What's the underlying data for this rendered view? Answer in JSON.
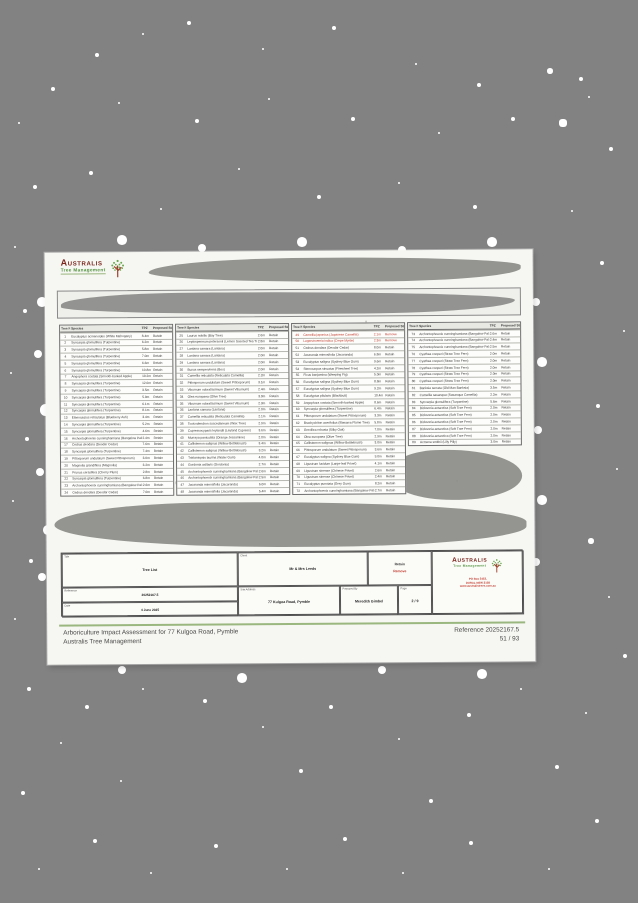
{
  "colors": {
    "background_gray": "#828282",
    "brand_maroon": "#7b241c",
    "brand_green": "#4e8f3a",
    "remove_red": "#c0392b",
    "footer_rule_green": "#9ab77f"
  },
  "logo": {
    "name": "Australis",
    "tagline": "Tree Management"
  },
  "footer_logo": {
    "name": "Australis",
    "tagline": "Tree Management",
    "address_lines": {
      "0": "PO Box 3453,",
      "1": "DURAL NSW 2158",
      "2": "www.australistrees.com.au"
    }
  },
  "title_block": {
    "title_label": "Title",
    "title_value": "Tree List",
    "client_label": "Client",
    "client_value": "Mr & Mrs Leeds",
    "reference_label": "Reference",
    "reference_value": "20252167.5",
    "date_label": "Date",
    "date_value": "4 June 2025",
    "site_label": "Site Address",
    "site_value": "77 Kulgoa Road, Pymble",
    "prepared_label": "Prepared By",
    "prepared_value": "Meredith Gimbel",
    "page_label": "Page",
    "page_value": "2 / 9",
    "legend": {
      "retain": "Retain",
      "remove": "Remove"
    }
  },
  "page_footer": {
    "left_line1": "Arboriculture Impact Assessment for 77 Kulgoa Road, Pymble",
    "left_line2": "Australis Tree Management",
    "right_line1": "Reference 20252167.5",
    "right_line2": "51 / 93"
  },
  "table_headers": [
    "Tree No.",
    "Species",
    "TPZ",
    "Proposed Status"
  ],
  "tree_tables": [
    {
      "rows": [
        [
          1,
          "Eucalyptus acmenoides (White Mahogany)",
          "8.4m",
          "Retain"
        ],
        [
          2,
          "Syncarpia glomulifera (Turpentine)",
          "6.2m",
          "Retain"
        ],
        [
          3,
          "Syncarpia glomulifera (Turpentine)",
          "5.8m",
          "Retain"
        ],
        [
          4,
          "Syncarpia glomulifera (Turpentine)",
          "7.0m",
          "Retain"
        ],
        [
          5,
          "Syncarpia glomulifera (Turpentine)",
          "6.6m",
          "Retain"
        ],
        [
          6,
          "Syncarpia glomulifera (Turpentine)",
          "10.8m",
          "Retain"
        ],
        [
          7,
          "Angophora costata (Smooth-barked Apple)",
          "10.2m",
          "Retain"
        ],
        [
          8,
          "Syncarpia glomulifera (Turpentine)",
          "12.0m",
          "Retain"
        ],
        [
          9,
          "Syncarpia glomulifera (Turpentine)",
          "3.5m",
          "Retain"
        ],
        [
          10,
          "Syncarpia glomulifera (Turpentine)",
          "5.0m",
          "Retain"
        ],
        [
          11,
          "Syncarpia glomulifera (Turpentine)",
          "6.1m",
          "Retain"
        ],
        [
          12,
          "Syncarpia glomulifera (Turpentine)",
          "8.1m",
          "Retain"
        ],
        [
          13,
          "Elaeocarpus reticulatus (Blueberry Ash)",
          "3.4m",
          "Retain"
        ],
        [
          14,
          "Syncarpia glomulifera (Turpentine)",
          "5.2m",
          "Retain"
        ],
        [
          15,
          "Syncarpia glomulifera (Turpentine)",
          "4.6m",
          "Retain"
        ],
        [
          16,
          "Archontophoenix cunninghamiana (Bangalow Palm)",
          "2.4m",
          "Retain"
        ],
        [
          17,
          "Cedrus deodara (Deodar Cedar)",
          "7.6m",
          "Retain"
        ],
        [
          18,
          "Syncarpia glomulifera (Turpentine)",
          "7.4m",
          "Retain"
        ],
        [
          19,
          "Pittosporum undulatum (Sweet Pittosporum)",
          "3.0m",
          "Retain"
        ],
        [
          20,
          "Magnolia grandiflora (Magnolia)",
          "3.2m",
          "Retain"
        ],
        [
          21,
          "Prunus cerasifera (Cherry Plum)",
          "2.8m",
          "Retain"
        ],
        [
          22,
          "Syncarpia glomulifera (Turpentine)",
          "6.8m",
          "Retain"
        ],
        [
          23,
          "Archontophoenix cunninghamiana (Bangalow Palm)",
          "2.6m",
          "Retain"
        ],
        [
          24,
          "Cedrus deodara (Deodar Cedar)",
          "7.0m",
          "Retain"
        ]
      ]
    },
    {
      "rows": [
        [
          25,
          "Laurus nobilis (Bay Tree)",
          "2.6m",
          "Retain"
        ],
        [
          26,
          "Leptospermum petersonii (Lemon Scented Tea Tree)",
          "2.8m",
          "Retain"
        ],
        [
          27,
          "Lantana camara (Lantana)",
          "2.0m",
          "Retain"
        ],
        [
          28,
          "Lantana camara (Lantana)",
          "2.0m",
          "Retain"
        ],
        [
          29,
          "Lantana camara (Lantana)",
          "2.0m",
          "Retain"
        ],
        [
          30,
          "Buxus sempervirens (Box)",
          "2.0m",
          "Retain"
        ],
        [
          31,
          "Camellia reticulata (Reticulata Camellia)",
          "2.2m",
          "Retain"
        ],
        [
          32,
          "Pittosporum undulatum (Sweet Pittosporum)",
          "3.1m",
          "Retain"
        ],
        [
          33,
          "Viburnum odoratissimum (Sweet Viburnum)",
          "2.4m",
          "Retain"
        ],
        [
          34,
          "Olea europaea (Olive Tree)",
          "3.0m",
          "Retain"
        ],
        [
          35,
          "Viburnum odoratissimum (Sweet Viburnum)",
          "2.3m",
          "Retain"
        ],
        [
          36,
          "Lantana camara (Lantana)",
          "2.0m",
          "Retain"
        ],
        [
          37,
          "Camellia reticulata (Reticulata Camellia)",
          "2.1m",
          "Retain"
        ],
        [
          38,
          "Toxicodendron succedaneum (Wax Tree)",
          "2.9m",
          "Retain"
        ],
        [
          39,
          "Cupressocyparis leylandii (Leyland Cypress)",
          "3.6m",
          "Retain"
        ],
        [
          40,
          "Murraya paniculata (Orange Jessamine)",
          "2.0m",
          "Retain"
        ],
        [
          41,
          "Callistemon salignus (Willow Bottlebrush)",
          "3.4m",
          "Retain"
        ],
        [
          42,
          "Callistemon salignus (Willow Bottlebrush)",
          "3.2m",
          "Retain"
        ],
        [
          43,
          "Tristaniopsis laurina (Water Gum)",
          "4.0m",
          "Retain"
        ],
        [
          44,
          "Gordonia axillaris (Gordonia)",
          "2.7m",
          "Retain"
        ],
        [
          45,
          "Archontophoenix cunninghamiana (Bangalow Palm)",
          "2.6m",
          "Retain"
        ],
        [
          46,
          "Archontophoenix cunninghamiana (Bangalow Palm)",
          "2.5m",
          "Retain"
        ],
        [
          47,
          "Jacaranda mimosifolia (Jacaranda)",
          "6.0m",
          "Retain"
        ],
        [
          48,
          "Jacaranda mimosifolia (Jacaranda)",
          "5.4m",
          "Retain"
        ]
      ]
    },
    {
      "rows": [
        [
          49,
          "Camellia japonica (Japanese Camellia)",
          "2.1m",
          "Remove"
        ],
        [
          50,
          "Lagerstroemia indica (Crepe Myrtle)",
          "2.3m",
          "Remove"
        ],
        [
          51,
          "Cedrus deodara (Deodar Cedar)",
          "8.0m",
          "Retain"
        ],
        [
          52,
          "Jacaranda mimosifolia (Jacaranda)",
          "6.8m",
          "Retain"
        ],
        [
          53,
          "Eucalyptus saligna (Sydney Blue Gum)",
          "9.6m",
          "Retain"
        ],
        [
          54,
          "Stenocarpus sinuatus (Firewheel Tree)",
          "4.2m",
          "Retain"
        ],
        [
          55,
          "Ficus benjamina (Weeping Fig)",
          "5.0m",
          "Retain"
        ],
        [
          56,
          "Eucalyptus saligna (Sydney Blue Gum)",
          "8.8m",
          "Retain"
        ],
        [
          57,
          "Eucalyptus saligna (Sydney Blue Gum)",
          "9.2m",
          "Retain"
        ],
        [
          58,
          "Eucalyptus pilularis (Blackbutt)",
          "10.4m",
          "Retain"
        ],
        [
          59,
          "Angophora costata (Smooth-barked Apple)",
          "8.6m",
          "Retain"
        ],
        [
          60,
          "Syncarpia glomulifera (Turpentine)",
          "6.4m",
          "Retain"
        ],
        [
          61,
          "Pittosporum undulatum (Sweet Pittosporum)",
          "3.3m",
          "Retain"
        ],
        [
          62,
          "Brachychiton acerifolius (Illawarra Flame Tree)",
          "5.8m",
          "Retain"
        ],
        [
          63,
          "Grevillea robusta (Silky Oak)",
          "7.0m",
          "Retain"
        ],
        [
          64,
          "Olea europaea (Olive Tree)",
          "2.9m",
          "Retain"
        ],
        [
          65,
          "Callistemon salignus (Willow Bottlebrush)",
          "3.0m",
          "Retain"
        ],
        [
          66,
          "Pittosporum undulatum (Sweet Pittosporum)",
          "3.6m",
          "Retain"
        ],
        [
          67,
          "Eucalyptus saligna (Sydney Blue Gum)",
          "9.0m",
          "Retain"
        ],
        [
          68,
          "Ligustrum lucidum (Large-leaf Privet)",
          "4.1m",
          "Retain"
        ],
        [
          69,
          "Ligustrum sinense (Chinese Privet)",
          "2.6m",
          "Retain"
        ],
        [
          70,
          "Ligustrum sinense (Chinese Privet)",
          "2.4m",
          "Retain"
        ],
        [
          71,
          "Eucalyptus punctata (Grey Gum)",
          "8.2m",
          "Retain"
        ],
        [
          72,
          "Archontophoenix cunninghamiana (Bangalow Palm)",
          "2.7m",
          "Retain"
        ]
      ]
    },
    {
      "rows": [
        [
          73,
          "Archontophoenix cunninghamiana (Bangalow Palm)",
          "2.6m",
          "Retain"
        ],
        [
          74,
          "Archontophoenix cunninghamiana (Bangalow Palm)",
          "2.4m",
          "Retain"
        ],
        [
          75,
          "Archontophoenix cunninghamiana (Bangalow Palm)",
          "2.5m",
          "Retain"
        ],
        [
          76,
          "Cyathea cooperi (Straw Tree Fern)",
          "2.0m",
          "Retain"
        ],
        [
          77,
          "Cyathea cooperi (Straw Tree Fern)",
          "2.0m",
          "Retain"
        ],
        [
          78,
          "Cyathea cooperi (Straw Tree Fern)",
          "2.0m",
          "Retain"
        ],
        [
          79,
          "Cyathea cooperi (Straw Tree Fern)",
          "2.0m",
          "Retain"
        ],
        [
          80,
          "Cyathea cooperi (Straw Tree Fern)",
          "2.0m",
          "Retain"
        ],
        [
          81,
          "Banksia serrata (Old Man Banksia)",
          "3.5m",
          "Retain"
        ],
        [
          82,
          "Camellia sasanqua (Sasanqua Camellia)",
          "2.2m",
          "Retain"
        ],
        [
          83,
          "Syncarpia glomulifera (Turpentine)",
          "5.6m",
          "Retain"
        ],
        [
          84,
          "Dicksonia antarctica (Soft Tree Fern)",
          "2.0m",
          "Retain"
        ],
        [
          85,
          "Dicksonia antarctica (Soft Tree Fern)",
          "2.0m",
          "Retain"
        ],
        [
          86,
          "Dicksonia antarctica (Soft Tree Fern)",
          "2.0m",
          "Retain"
        ],
        [
          87,
          "Dicksonia antarctica (Soft Tree Fern)",
          "2.0m",
          "Retain"
        ],
        [
          88,
          "Dicksonia antarctica (Soft Tree Fern)",
          "2.0m",
          "Retain"
        ],
        [
          89,
          "Acmena smithii (Lilly Pilly)",
          "3.0m",
          "Retain"
        ]
      ]
    }
  ]
}
